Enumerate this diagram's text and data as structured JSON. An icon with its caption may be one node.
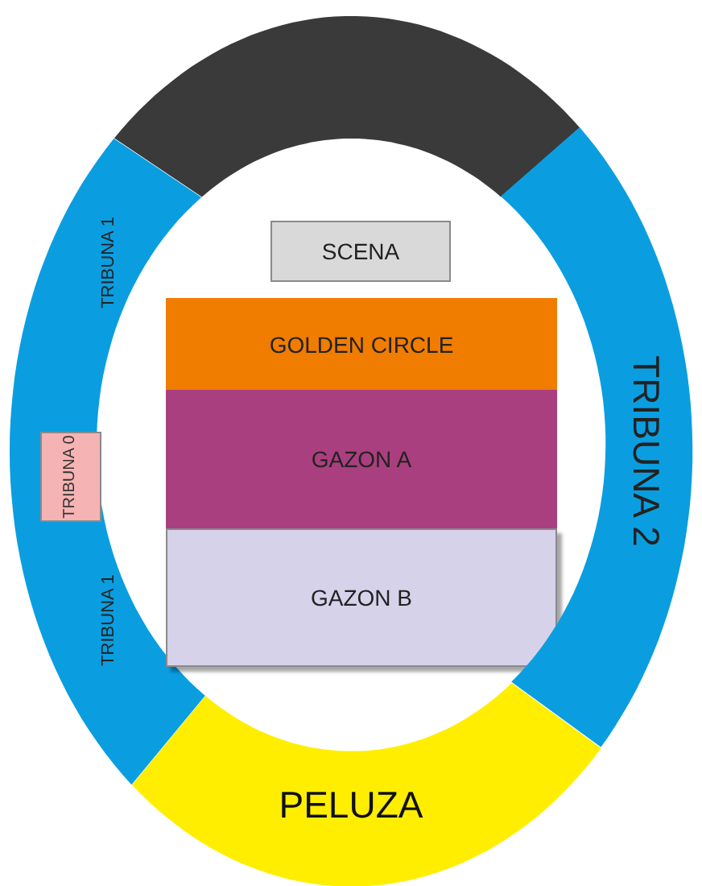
{
  "diagram": {
    "nodes": [
      {
        "text": [],
        "shape": "band"
      },
      {
        "text": [
          "TRIBUNA 1",
          "TRIBUNA 1"
        ]
      },
      {
        "text": [
          "TRIBUNA 0"
        ],
        "in": 1
      },
      {
        "text": [
          "SCENA"
        ]
      },
      {
        "text": [
          "GOLDEN CIRCLE"
        ]
      },
      {
        "text": [
          "GAZON A"
        ]
      },
      {
        "text": [
          "GAZON B"
        ]
      },
      {
        "text": [
          "TRIBUNA 2"
        ]
      },
      {
        "text": [
          "PELUZA"
        ]
      }
    ]
  }
}
